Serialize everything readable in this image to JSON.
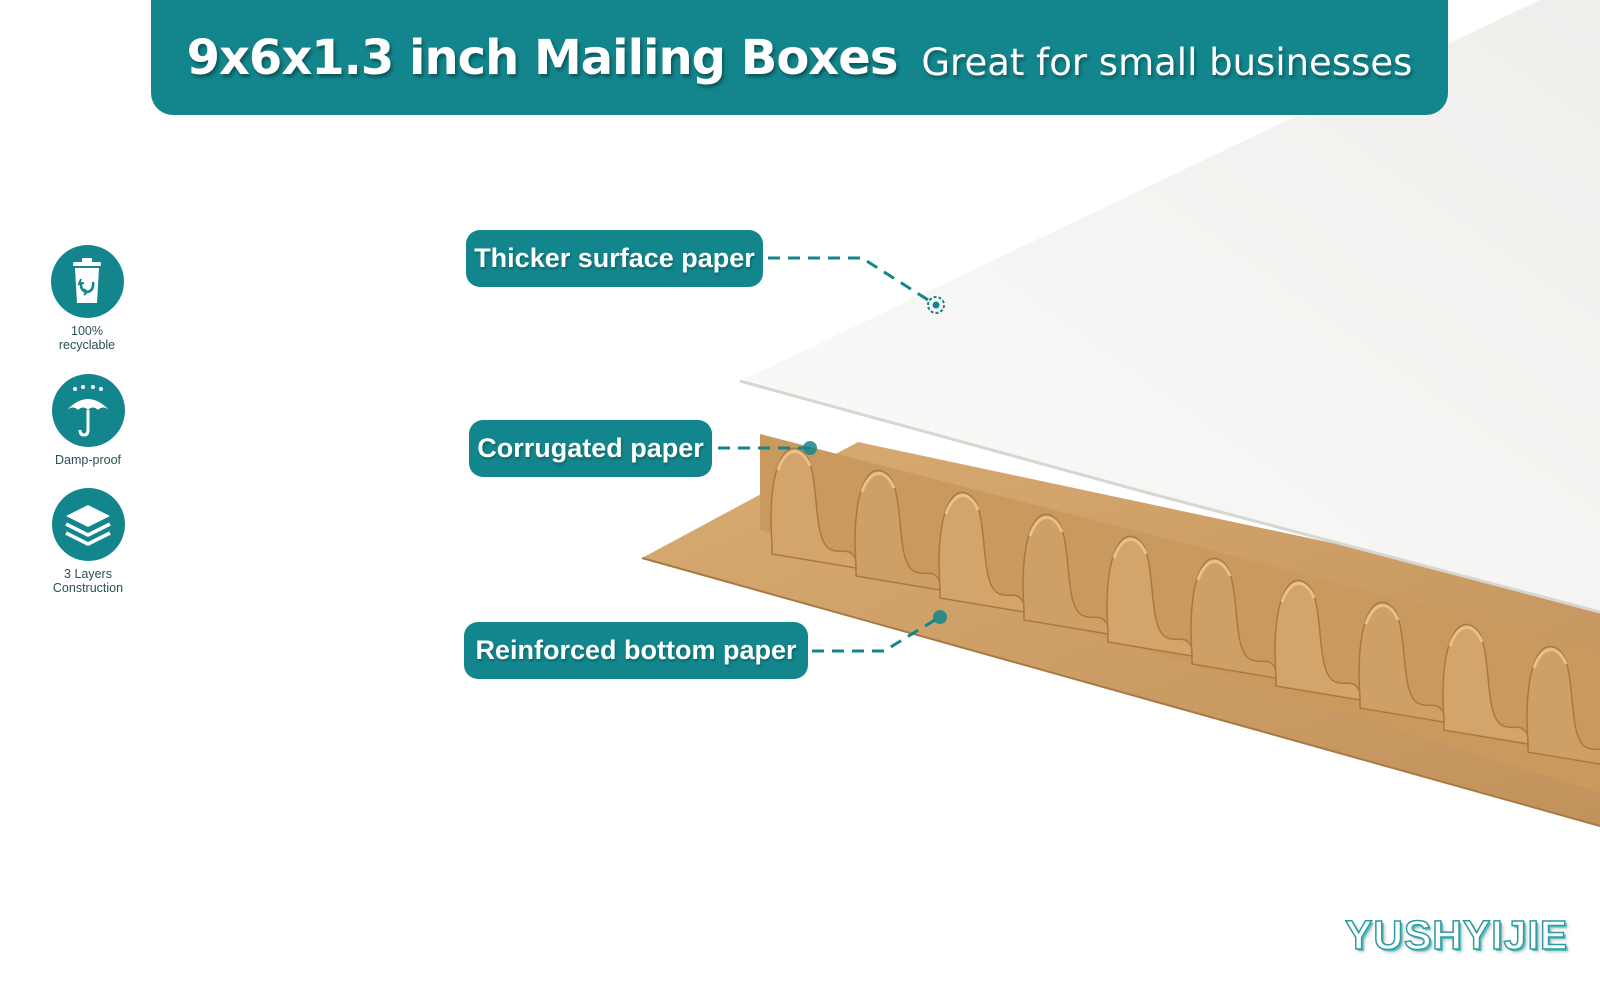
{
  "banner": {
    "title": "9x6x1.3 inch Mailing Boxes",
    "subtitle": "Great for small businesses"
  },
  "features": [
    {
      "icon": "recycle-bin-icon",
      "caption_line1": "100%",
      "caption_line2": "recyclable"
    },
    {
      "icon": "umbrella-icon",
      "caption_line1": "Damp-proof",
      "caption_line2": ""
    },
    {
      "icon": "layers-icon",
      "caption_line1": "3 Layers",
      "caption_line2": "Construction"
    }
  ],
  "callouts": {
    "surface": "Thicker surface paper",
    "corrugated": "Corrugated paper",
    "bottom": "Reinforced bottom paper"
  },
  "brand": "YUSHYIJIE",
  "colors": {
    "teal": "#12868c",
    "kraft": "#c99a62",
    "white_paper": "#f5f4f1"
  }
}
